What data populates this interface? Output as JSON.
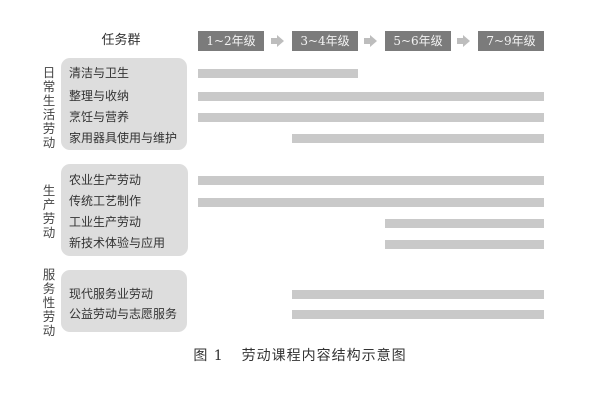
{
  "header": {
    "task_group_label": "任务群",
    "grades": [
      "1~2年级",
      "3~4年级",
      "5~6年级",
      "7~9年级"
    ]
  },
  "groups": [
    {
      "name": "日常生活劳动",
      "items": [
        {
          "label": "清洁与卫生",
          "grades": "1~4年级"
        },
        {
          "label": "整理与收纳",
          "grades": "1~9年级"
        },
        {
          "label": "烹饪与营养",
          "grades": "1~9年级"
        },
        {
          "label": "家用器具使用与维护",
          "grades": "3~9年级"
        }
      ]
    },
    {
      "name": "生产劳动",
      "items": [
        {
          "label": "农业生产劳动",
          "grades": "1~9年级"
        },
        {
          "label": "传统工艺制作",
          "grades": "1~9年级"
        },
        {
          "label": "工业生产劳动",
          "grades": "5~9年级"
        },
        {
          "label": "新技术体验与应用",
          "grades": "5~9年级"
        }
      ]
    },
    {
      "name": "服务性劳动",
      "items": [
        {
          "label": "现代服务业劳动",
          "grades": "3~9年级"
        },
        {
          "label": "公益劳动与志愿服务",
          "grades": "3~9年级"
        }
      ]
    }
  ],
  "caption": {
    "figure_number": "图 1",
    "title": "劳动课程内容结构示意图"
  },
  "colors": {
    "grade_box": "#7b7b7b",
    "arrow": "#bdbdbd",
    "bar": "#c9c9c9",
    "group_box": "#dddddd"
  }
}
